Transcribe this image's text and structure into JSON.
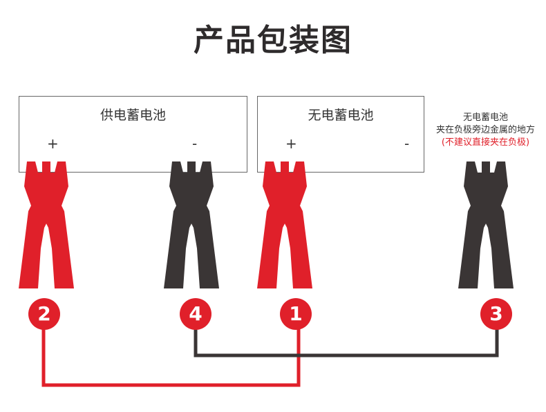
{
  "title": "产品包装图",
  "battery_supply": {
    "label": "供电蓄电池",
    "plus": "+",
    "minus": "-"
  },
  "battery_dead": {
    "label": "无电蓄电池",
    "plus": "+",
    "minus": "-"
  },
  "note": {
    "line1": "无电蓄电池",
    "line2": "夹在负极旁边金属的地方",
    "warning": "(不建议直接夹在负极)"
  },
  "steps": [
    "2",
    "4",
    "1",
    "3"
  ],
  "colors": {
    "red": "#e0202a",
    "black": "#3a3535"
  }
}
